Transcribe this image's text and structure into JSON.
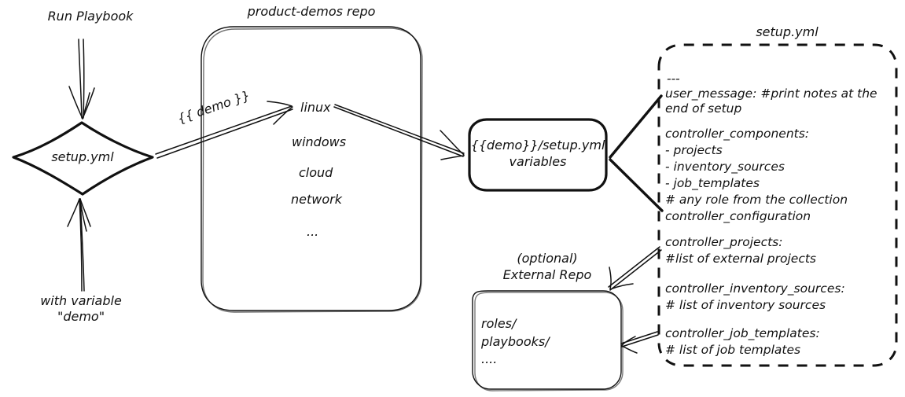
{
  "diagram": {
    "title": "product-demos setup.yml flow",
    "stroke_color": "#111111",
    "background_color": "#ffffff"
  },
  "labels": {
    "run_playbook": "Run Playbook",
    "with_variable_line1": "with variable",
    "with_variable_line2": "\"demo\"",
    "demo_edge": "{{ demo }}",
    "repo_title": "product-demos repo",
    "setup_panel_title": "setup.yml",
    "external_repo_line1": "(optional)",
    "external_repo_line2": "External Repo"
  },
  "nodes": {
    "start_diamond": {
      "label": "setup.yml"
    },
    "variables_node": {
      "line1": "{{demo}}/setup.yml",
      "line2": "variables"
    },
    "external_repo_box": {
      "lines": [
        "roles/",
        "playbooks/",
        "...."
      ]
    }
  },
  "repo_contents": {
    "items": [
      "linux",
      "windows",
      "cloud",
      "network",
      "..."
    ]
  },
  "setup_yml_panel": {
    "sections": [
      {
        "name": "header",
        "lines": [
          "---",
          "user_message: #print notes at the",
          "        end of setup"
        ]
      },
      {
        "name": "controller_components",
        "lines": [
          "controller_components:",
          "   - projects",
          "   - inventory_sources",
          "   - job_templates",
          "   #  any role from the collection",
          "        controller_configuration"
        ]
      },
      {
        "name": "controller_projects",
        "lines": [
          "controller_projects:",
          "   #list of external projects"
        ]
      },
      {
        "name": "controller_inventory_sources",
        "lines": [
          "controller_inventory_sources:",
          "   # list of inventory sources"
        ]
      },
      {
        "name": "controller_job_templates",
        "lines": [
          "controller_job_templates:",
          "   # list of job templates"
        ]
      }
    ]
  }
}
